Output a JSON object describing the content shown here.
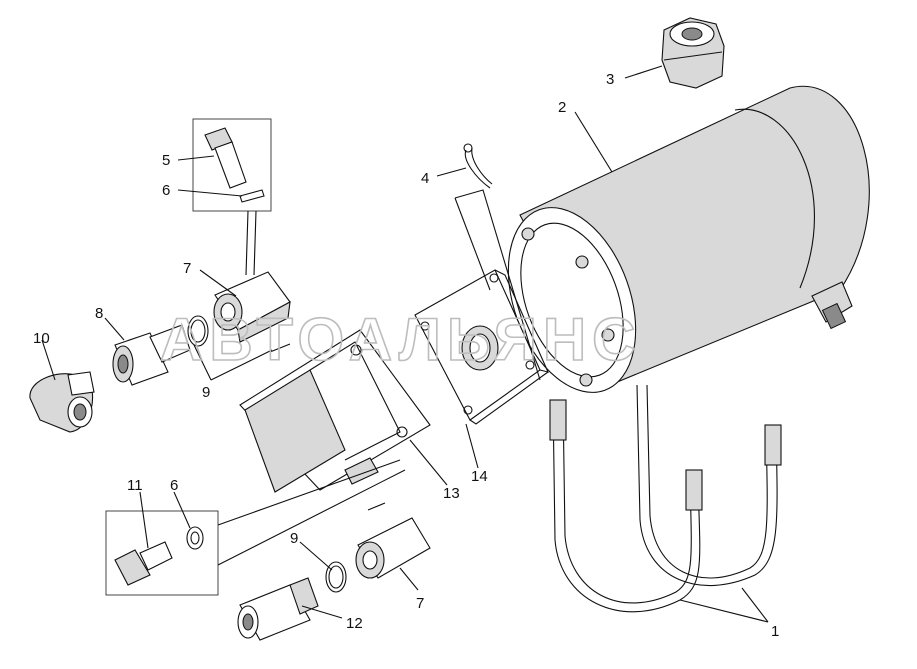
{
  "watermark": "АВТОАЛЬЯНС",
  "callouts": [
    {
      "id": "c1",
      "text": "1"
    },
    {
      "id": "c2",
      "text": "2"
    },
    {
      "id": "c3",
      "text": "3"
    },
    {
      "id": "c4",
      "text": "4"
    },
    {
      "id": "c5",
      "text": "5"
    },
    {
      "id": "c6a",
      "text": "6"
    },
    {
      "id": "c6b",
      "text": "6"
    },
    {
      "id": "c7a",
      "text": "7"
    },
    {
      "id": "c7b",
      "text": "7"
    },
    {
      "id": "c8",
      "text": "8"
    },
    {
      "id": "c9a",
      "text": "9"
    },
    {
      "id": "c9b",
      "text": "9"
    },
    {
      "id": "c10",
      "text": "10"
    },
    {
      "id": "c11",
      "text": "11"
    },
    {
      "id": "c12",
      "text": "12"
    },
    {
      "id": "c13",
      "text": "13"
    },
    {
      "id": "c14",
      "text": "14"
    }
  ]
}
